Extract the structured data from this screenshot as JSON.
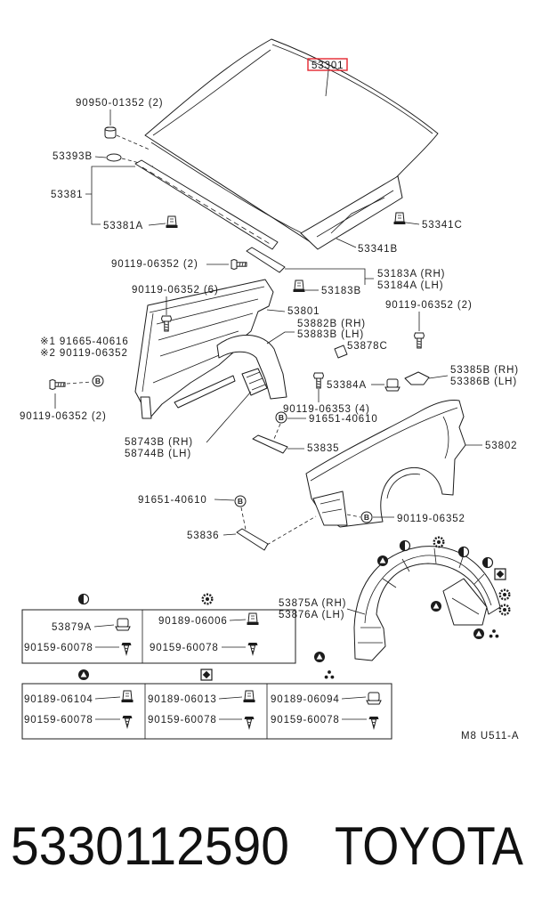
{
  "figure": {
    "highlight_color": "#e3262f",
    "figure_code": "M8 U511-A"
  },
  "callouts": {
    "hood": "53301",
    "hood_bumper": "90950-01352 (2)",
    "hood_cushion": "53393B",
    "hood_seal": "53381",
    "hood_seal_clip": "53381A",
    "hood_cushion_c": "53341C",
    "hood_cushion_b": "53341B",
    "support_bolt": "90119-06352 (2)",
    "support_rh": "53183A (RH)",
    "support_lh": "53184A (LH)",
    "support_clip": "53183B",
    "apron_bolt": "90119-06352 (6)",
    "apron": "53801",
    "fender_top_bolt": "90119-06352 (2)",
    "apron_seal_rh": "53882B (RH)",
    "apron_seal_lh": "53883B (LH)",
    "note_1": "※1 91665-40616",
    "note_2": "※2 90119-06352",
    "seal_clip": "53878C",
    "fender_bracket_rh": "53385B (RH)",
    "fender_bracket_lh": "53386B (LH)",
    "fender_clip": "53384A",
    "fender_bolt_4": "90119-06353 (4)",
    "apron_side_bolt": "90119-06352 (2)",
    "brace_nut": "91651-40610",
    "mudguard_rh": "58743B (RH)",
    "mudguard_lh": "58744B (LH)",
    "brace_upper": "53835",
    "fender": "53802",
    "lower_brace_nut": "91651-40610",
    "fender_lower_bolt": "90119-06352",
    "brace_lower": "53836",
    "liner_rh": "53875A (RH)",
    "liner_lh": "53876A (LH)"
  },
  "markers": {
    "b": "B"
  },
  "fastener_legend": [
    {
      "symbol": "half-circle",
      "items": [
        "53879A",
        "90159-60078"
      ]
    },
    {
      "symbol": "gear-circle",
      "items": [
        "90189-06006",
        "90159-60078"
      ]
    },
    {
      "symbol": "triangle",
      "items": [
        "90189-06104",
        "90159-60078"
      ]
    },
    {
      "symbol": "square",
      "items": [
        "90189-06013",
        "90159-60078"
      ]
    },
    {
      "symbol": "three-dots",
      "items": [
        "90189-06094",
        "90159-60078"
      ]
    }
  ],
  "footer": {
    "part_number": "5330112590",
    "brand": "TOYOTA"
  }
}
